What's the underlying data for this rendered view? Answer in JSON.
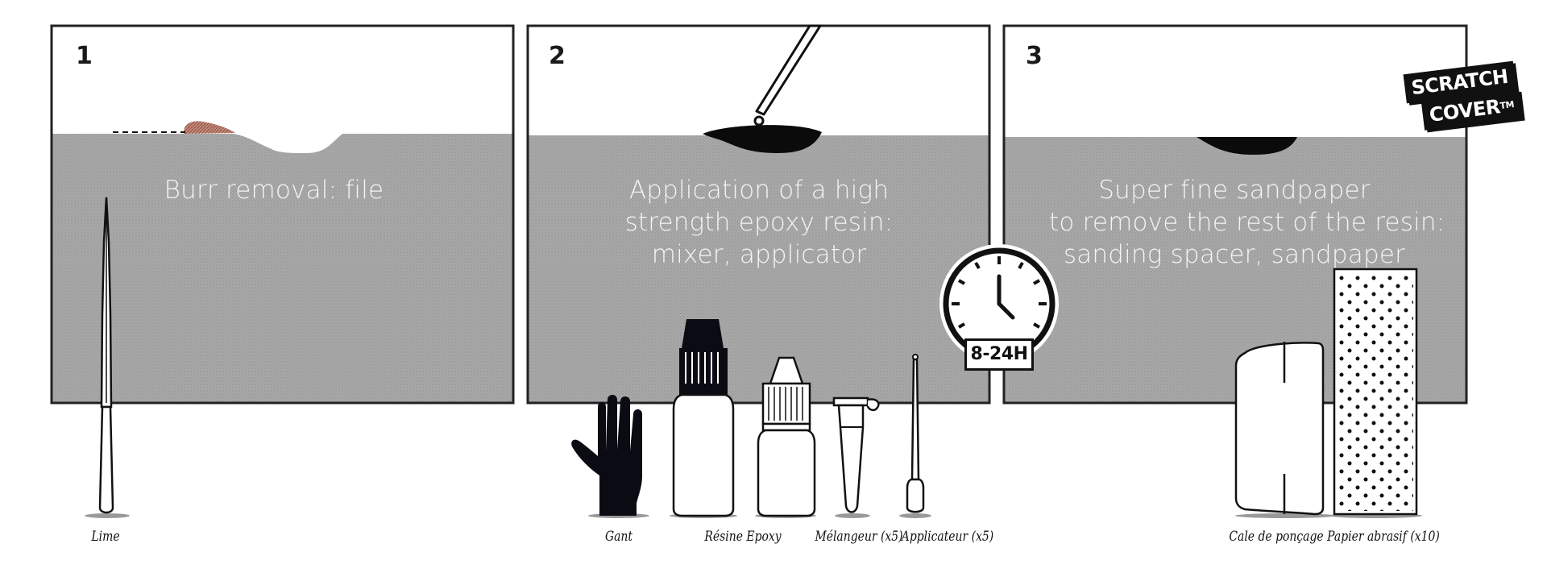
{
  "brand": {
    "line1": "SCRATCH",
    "line2": "COVER",
    "trademark": "TM"
  },
  "colors": {
    "panel_fill": "#a6a6a6",
    "frame": "#222222",
    "burr": "#c48b7a",
    "ink": "#0b0b14",
    "text_light": "#f4f4f4"
  },
  "panels": [
    {
      "number": "1",
      "caption_lines": [
        "Burr removal: file"
      ]
    },
    {
      "number": "2",
      "caption_lines": [
        "Application of a high",
        "strength epoxy resin:",
        "mixer, applicator"
      ]
    },
    {
      "number": "3",
      "caption_lines": [
        "Super fine sandpaper",
        "to remove the rest of the resin:",
        "sanding spacer, sandpaper"
      ]
    }
  ],
  "clock": {
    "icon": "clock-icon",
    "label": "8-24H"
  },
  "tools": [
    {
      "label": "Lime",
      "icon": "file-tool-icon"
    },
    {
      "label": "Gant",
      "icon": "glove-icon"
    },
    {
      "label": "Résine Epoxy",
      "icon": "epoxy-bottle-icon"
    },
    {
      "label": "Mélangeur (x5)",
      "icon": "mixer-tube-icon"
    },
    {
      "label": "Applicateur (x5)",
      "icon": "applicator-icon"
    },
    {
      "label": "Cale de ponçage",
      "icon": "sanding-block-icon"
    },
    {
      "label": "Papier abrasif (x10)",
      "icon": "sandpaper-icon"
    }
  ]
}
